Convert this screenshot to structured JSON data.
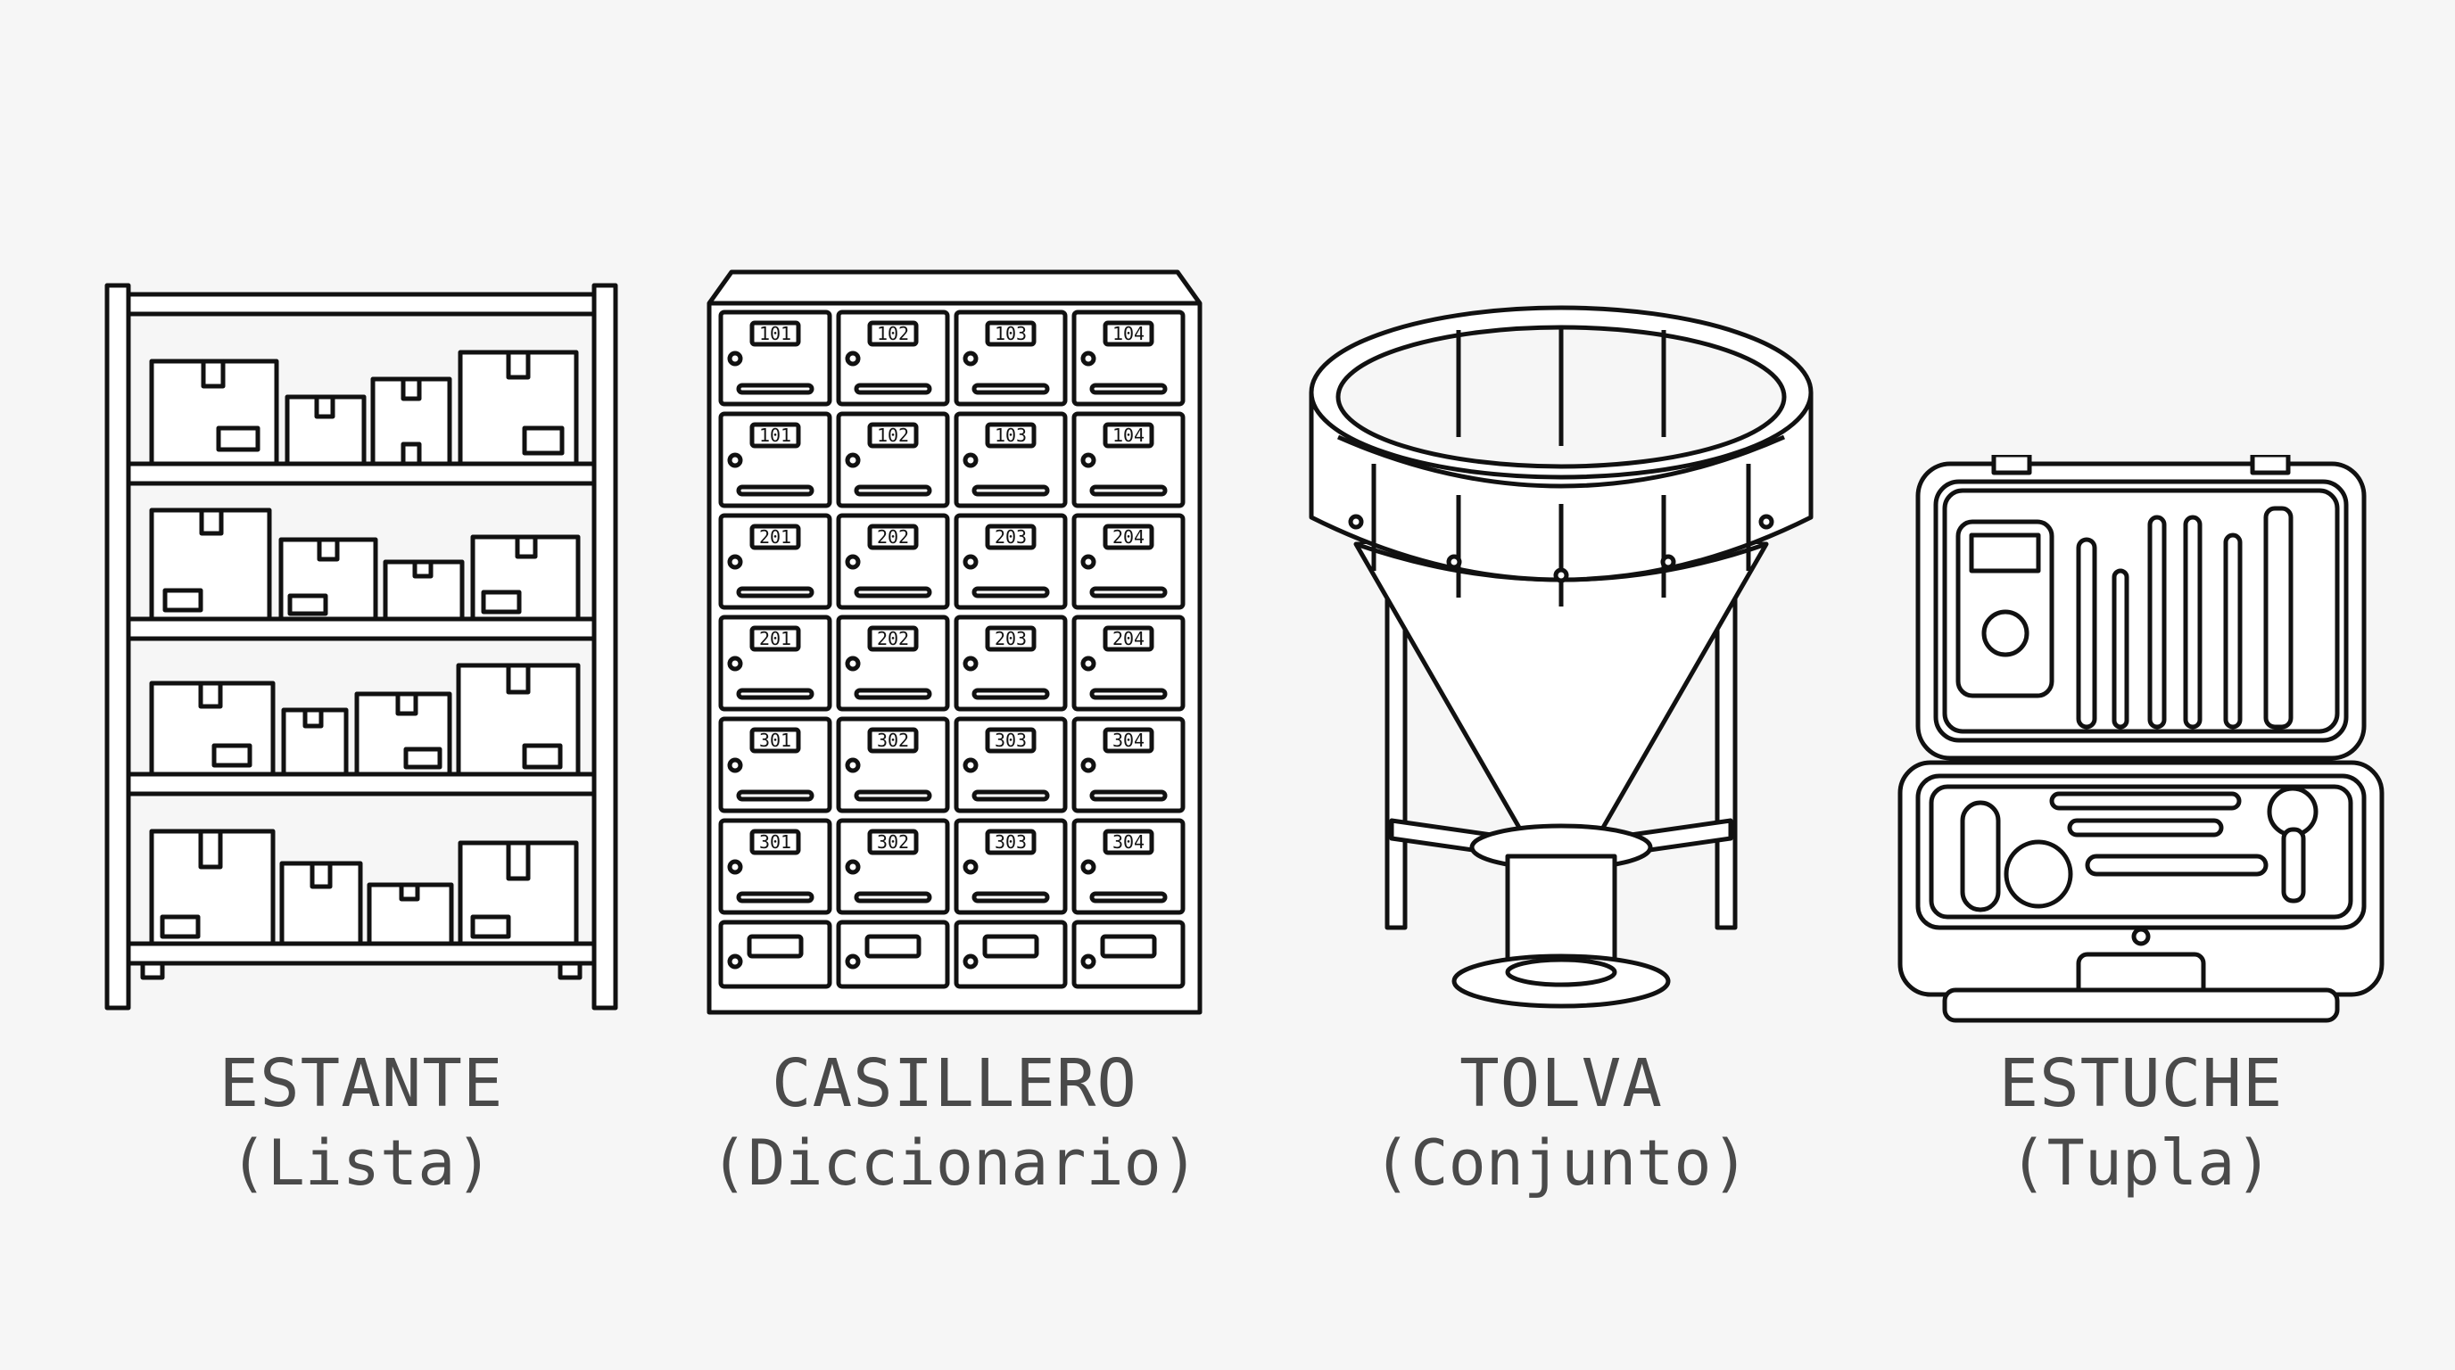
{
  "items": [
    {
      "title": "ESTANTE",
      "subtitle": "(Lista)",
      "icon": "shelf-icon"
    },
    {
      "title": "CASILLERO",
      "subtitle": "(Diccionario)",
      "icon": "locker-icon",
      "locker_numbers": [
        [
          "101",
          "102",
          "103",
          "104"
        ],
        [
          "101",
          "102",
          "103",
          "104"
        ],
        [
          "201",
          "202",
          "203",
          "204"
        ],
        [
          "201",
          "202",
          "203",
          "204"
        ],
        [
          "301",
          "302",
          "303",
          "304"
        ],
        [
          "301",
          "302",
          "303",
          "304"
        ]
      ]
    },
    {
      "title": "TOLVA",
      "subtitle": "(Conjunto)",
      "icon": "hopper-icon"
    },
    {
      "title": "ESTUCHE",
      "subtitle": "(Tupla)",
      "icon": "toolcase-icon"
    }
  ]
}
